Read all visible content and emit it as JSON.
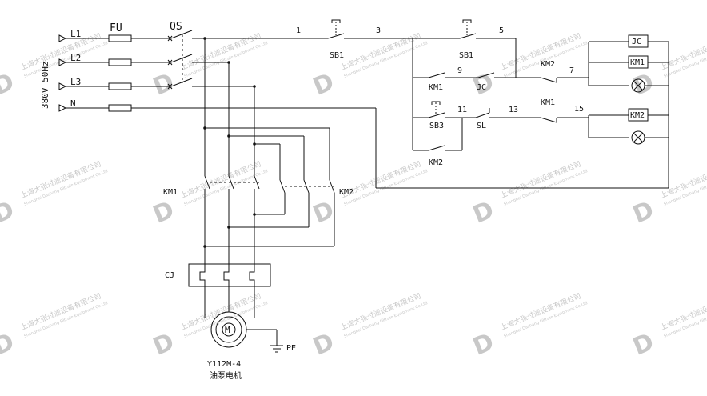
{
  "power": {
    "lines": [
      "L1",
      "L2",
      "L3",
      "N"
    ],
    "supply": "380V 50Hz",
    "fuse": "FU",
    "switch": "QS"
  },
  "wire_numbers": [
    "1",
    "3",
    "5",
    "7",
    "9",
    "11",
    "13",
    "15"
  ],
  "control": {
    "stop_button": "SB1",
    "start_button": "SB1",
    "aux_button": "SB3",
    "km1_contact": "KM1",
    "km2_contact": "KM2",
    "jc_contact": "JC",
    "level_switch": "SL",
    "km2_interlock": "KM2",
    "km1_interlock": "KM1"
  },
  "coils": [
    "JC",
    "KM1",
    "KM2"
  ],
  "main_circuit": {
    "km1": "KM1",
    "km2": "KM2",
    "thermal_relay": "CJ",
    "motor_symbol": "M",
    "motor_model": "Y112M-4",
    "motor_name": "油泵电机",
    "ground": "PE"
  },
  "watermark": {
    "cn": "上海大张过滤设备有限公司",
    "en": "Shanghai Dazhang Filtrate Equipment Co.Ltd"
  }
}
